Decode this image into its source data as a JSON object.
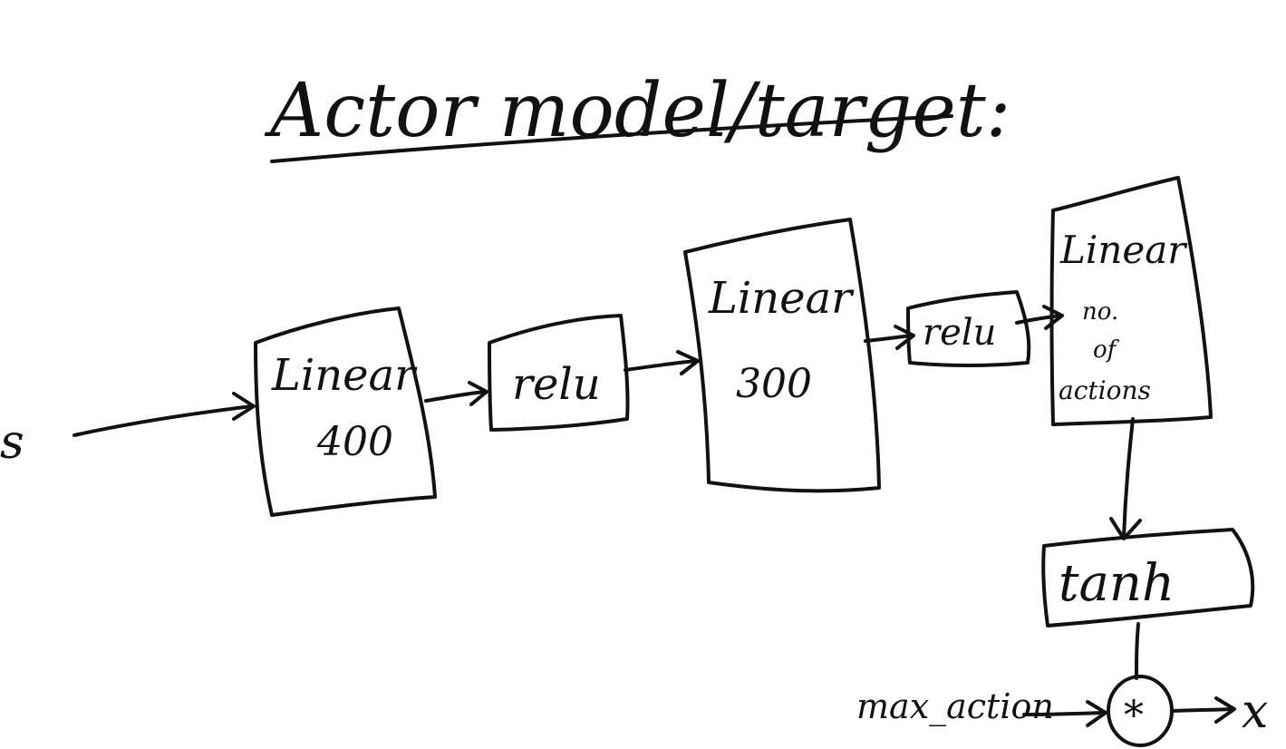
{
  "title": "Actor model/target:",
  "input": {
    "label": "s"
  },
  "nodes": {
    "linear1": {
      "label": "Linear",
      "size": "400"
    },
    "relu1": {
      "label": "relu"
    },
    "linear2": {
      "label": "Linear",
      "size": "300"
    },
    "relu2": {
      "label": "relu"
    },
    "linear3": {
      "label": "Linear",
      "line2": "no.",
      "line3": "of",
      "line4": "actions"
    },
    "tanh": {
      "label": "tanh"
    },
    "multiply": {
      "label": "*"
    }
  },
  "scale_input": {
    "label": "max_action"
  },
  "output": {
    "label": "x"
  },
  "colors": {
    "ink": "#111111",
    "background": "#ffffff"
  }
}
